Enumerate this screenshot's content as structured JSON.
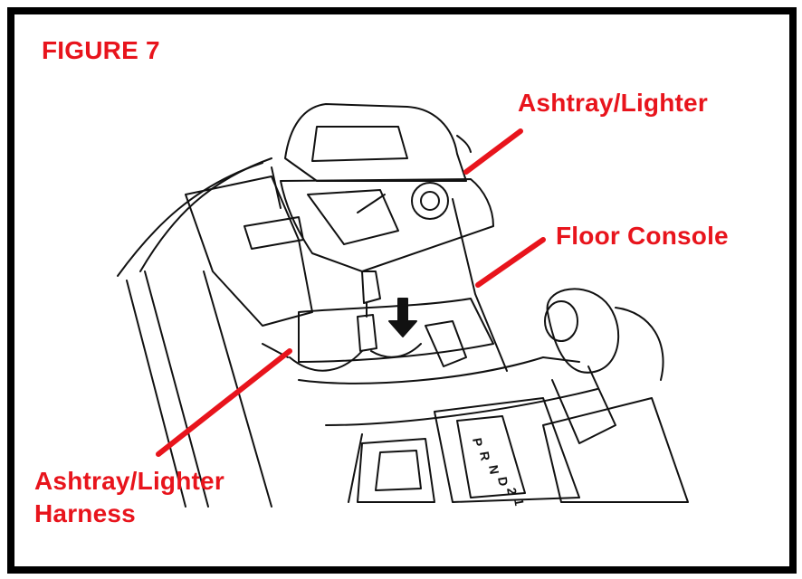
{
  "figure": {
    "title": "FIGURE 7"
  },
  "callouts": {
    "ashtray_lighter": "Ashtray/Lighter",
    "floor_console": "Floor Console",
    "harness_line1": "Ashtray/Lighter",
    "harness_line2": "Harness"
  },
  "gear_indicator": [
    "P",
    "R",
    "N",
    "D",
    "2",
    "1"
  ],
  "colors": {
    "label_red": "#e8141c",
    "leader_red": "#e8141c",
    "line_art": "#111111",
    "frame": "#000000"
  }
}
